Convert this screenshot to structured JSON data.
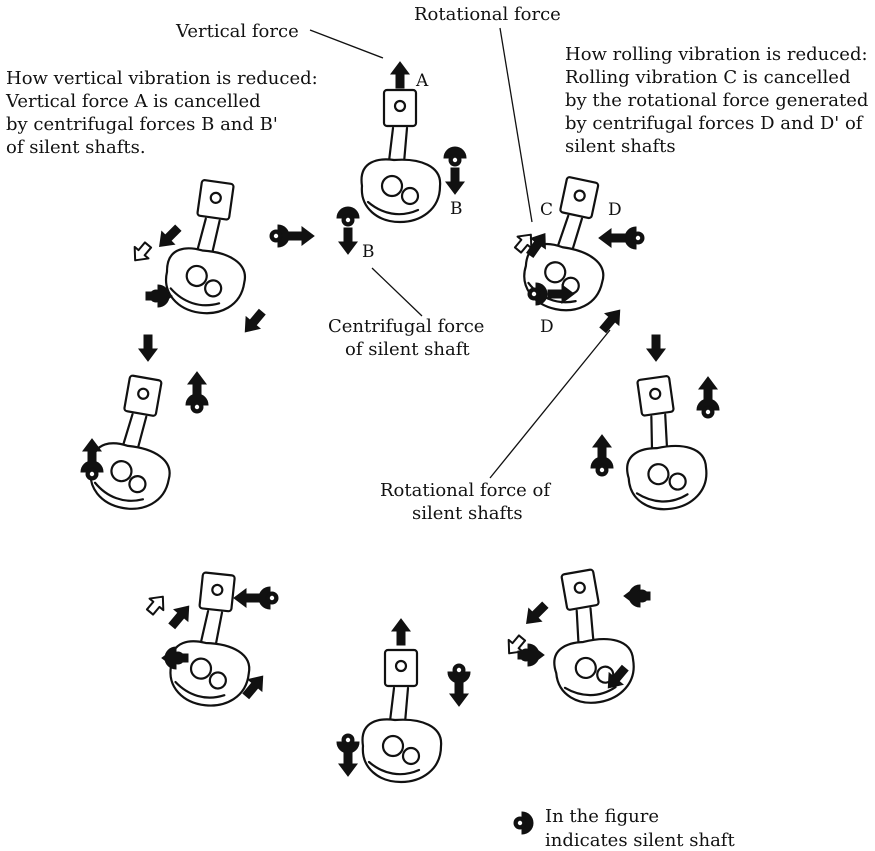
{
  "labels": {
    "vertical_force": "Vertical force",
    "rotational_force": "Rotational force",
    "vertical_heading": "How vertical vibration is reduced:",
    "vertical_line1": "Vertical force A is cancelled",
    "vertical_line2": "by centrifugal forces B and B'",
    "vertical_line3": "of silent shafts.",
    "rolling_heading": "How rolling vibration is reduced:",
    "rolling_line1": "Rolling vibration C is cancelled",
    "rolling_line2": "by the rotational force generated",
    "rolling_line3": "by centrifugal forces D and D' of",
    "rolling_line4": "silent shafts",
    "centrifugal_line1": "Centrifugal force",
    "centrifugal_line2": "of silent shaft",
    "rotational_silent_line1": "Rotational force of",
    "rotational_silent_line2": "silent shafts",
    "legend_line1": "In the figure",
    "legend_line2": "indicates silent shaft"
  },
  "letters": {
    "a": "A",
    "b": "B",
    "b_prime": "B",
    "c": "C",
    "d_top": "D",
    "d_bottom": "D"
  },
  "icons": [
    "silent-shaft-icon",
    "force-arrow-icon",
    "hollow-arrow-icon",
    "piston-icon",
    "crank-icon"
  ],
  "colors": {
    "ink": "#111111",
    "paper": "#ffffff"
  }
}
